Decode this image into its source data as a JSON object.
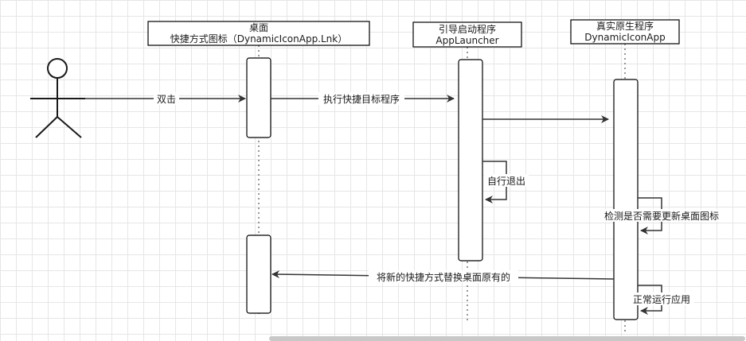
{
  "actor": {
    "label": ""
  },
  "participants": [
    {
      "title": "桌面",
      "subtitle": "快捷方式图标（DynamicIconApp.Lnk）"
    },
    {
      "title": "引导启动程序",
      "subtitle": "AppLauncher"
    },
    {
      "title": "真实原生程序",
      "subtitle": "DynamicIconApp"
    }
  ],
  "messages": {
    "double_click": "双击",
    "execute_target": "执行快捷目标程序",
    "launch_real": "",
    "self_exit": "自行退出",
    "check_icon": "检测是否需要更新桌面图标",
    "replace_shortcut": "将新的快捷方式替换桌面原有的",
    "run_app": "正常运行应用"
  },
  "colors": {
    "line": "#333333",
    "box_stroke": "#000000",
    "box_fill": "#ffffff",
    "grid": "#e6e6e6"
  }
}
